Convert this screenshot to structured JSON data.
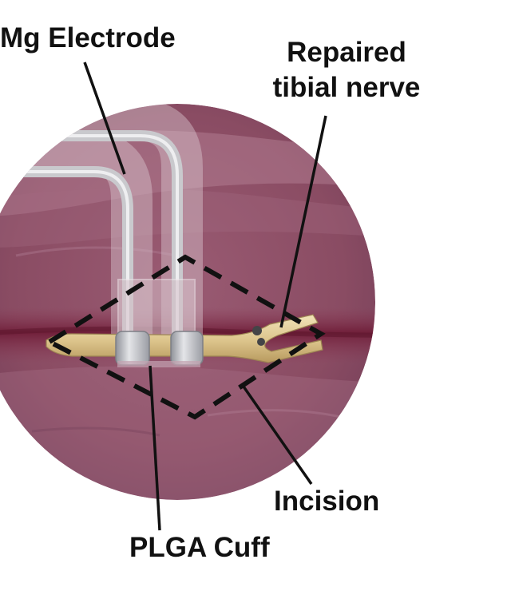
{
  "labels": {
    "electrode": "Mg Electrode",
    "nerve_line1": "Repaired",
    "nerve_line2": "tibial nerve",
    "incision": "Incision",
    "cuff": "PLGA Cuff"
  },
  "colors": {
    "tissue": "#8a4c63",
    "tissue_dark": "#6b2f46",
    "incision_band": "#7a1f3a",
    "nerve": "#e3cf9c",
    "electrode": "#c8c8cc",
    "cuff": "#b9bbc1",
    "dash": "#111111",
    "leader": "#111111"
  }
}
